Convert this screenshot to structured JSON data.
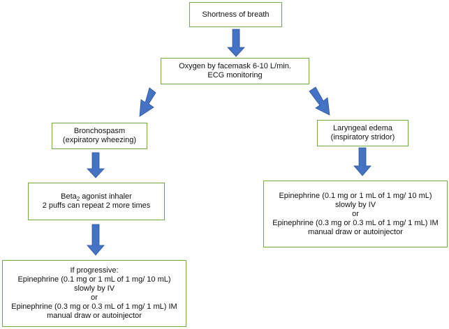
{
  "colors": {
    "box_border": "#70ad47",
    "arrow_fill": "#4472c4",
    "arrow_stroke": "#2f5597"
  },
  "nodes": {
    "shortness": {
      "lines": [
        "Shortness of breath"
      ]
    },
    "oxygen": {
      "lines": [
        "Oxygen by facemask 6-10 L/min.",
        "ECG monitoring"
      ]
    },
    "bronchospasm": {
      "lines": [
        "Bronchospasm",
        "(expiratory wheezing)"
      ]
    },
    "laryngeal": {
      "lines": [
        "Laryngeal edema",
        "(inspiratory stridor)"
      ]
    },
    "beta": {
      "line1_pre": "Beta",
      "line1_sub": "2",
      "line1_post": " agonist inhaler",
      "line2": "2 puffs can repeat 2 more times"
    },
    "epi_right": {
      "lines": [
        "Epinephrine (0.1 mg or 1 mL of 1 mg/ 10 mL)",
        "slowly by IV",
        "or",
        "Epinephrine (0.3 mg or 0.3 mL of 1 mg/ 1 mL) IM",
        "manual draw or autoinjector"
      ]
    },
    "epi_left": {
      "lines": [
        "If progressive:",
        "Epinephrine (0.1 mg or 1 mL of 1 mg/ 10 mL)",
        "slowly by IV",
        "or",
        "Epinephrine (0.3 mg or 0.3 mL of 1 mg/ 1 mL) IM",
        "manual draw or autoinjector"
      ]
    }
  },
  "edges": [
    {
      "from": "shortness",
      "to": "oxygen"
    },
    {
      "from": "oxygen",
      "to": "bronchospasm"
    },
    {
      "from": "oxygen",
      "to": "laryngeal"
    },
    {
      "from": "bronchospasm",
      "to": "beta"
    },
    {
      "from": "beta",
      "to": "epi_left"
    },
    {
      "from": "laryngeal",
      "to": "epi_right"
    }
  ]
}
